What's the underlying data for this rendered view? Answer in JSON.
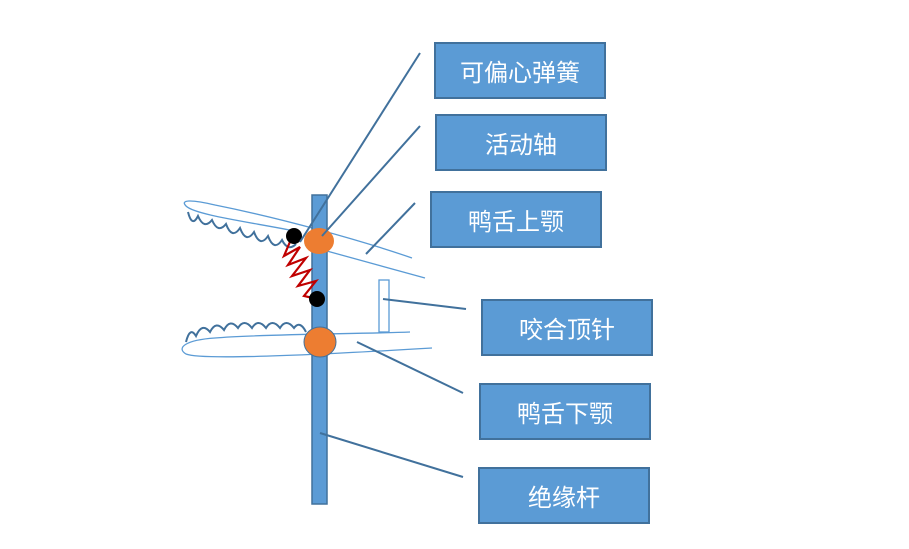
{
  "labels": {
    "eccentric_spring": "可偏心弹簧",
    "movable_shaft": "活动轴",
    "upper_jaw": "鸭舌上颚",
    "bite_pin": "咬合顶针",
    "lower_jaw": "鸭舌下颚",
    "insulating_rod": "绝缘杆"
  },
  "colors": {
    "box_fill": "#5b9bd5",
    "box_border": "#41719c",
    "leader_line": "#41719c",
    "jaw_outline": "#5b9bd5",
    "rod": "#5b9bd5",
    "pivot": "#ed7d31",
    "spring": "#c00000",
    "spring_end": "#000000"
  }
}
